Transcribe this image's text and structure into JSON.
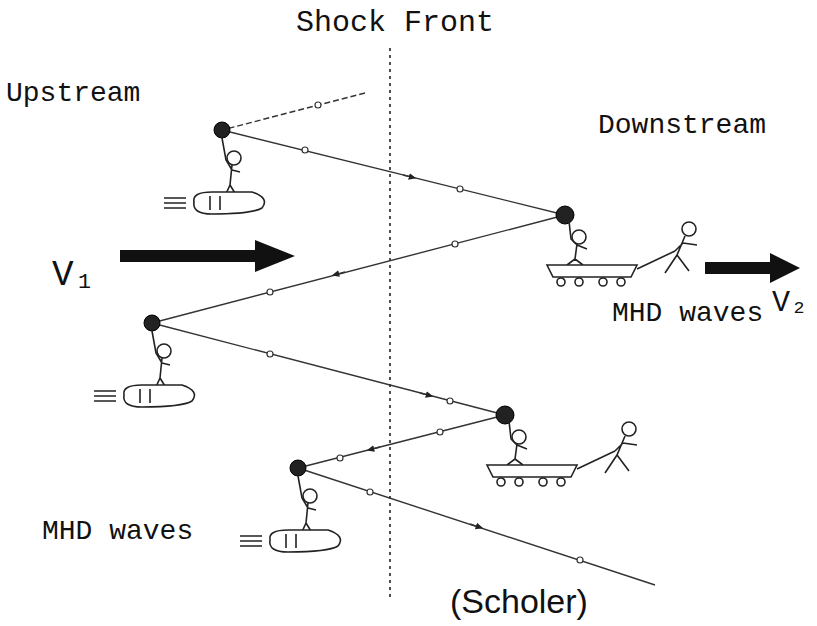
{
  "diagram": {
    "labels": [
      "Shock Front",
      "Upstream",
      "Downstream",
      "V₁",
      "V₂",
      "MHD waves",
      "MHD waves",
      "(Scholer)"
    ]
  }
}
